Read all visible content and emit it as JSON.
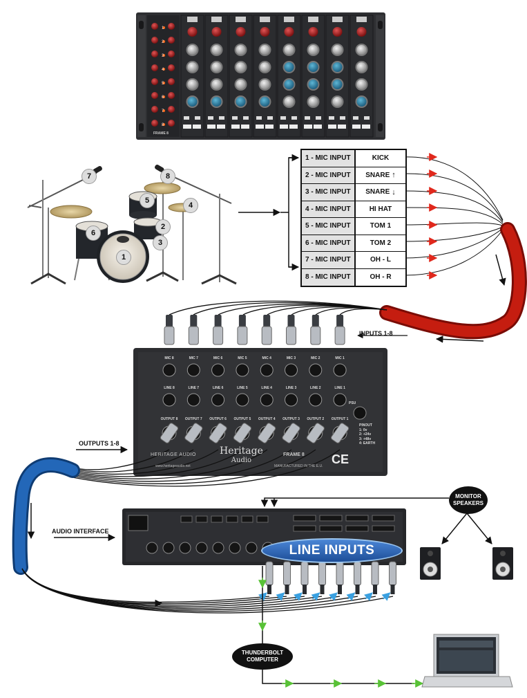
{
  "rack": {
    "frame_label": "FRAME 8",
    "channel_numbers": [
      "1",
      "2",
      "3",
      "4",
      "5",
      "6",
      "7",
      "8"
    ]
  },
  "drum_kit": {
    "mic_numbers": [
      "1",
      "2",
      "3",
      "4",
      "5",
      "6",
      "7",
      "8"
    ]
  },
  "mic_inputs": [
    {
      "channel": "1 - MIC INPUT",
      "source": "KICK",
      "arrow": ""
    },
    {
      "channel": "2 - MIC INPUT",
      "source": "SNARE",
      "arrow": "up"
    },
    {
      "channel": "3 - MIC INPUT",
      "source": "SNARE",
      "arrow": "down"
    },
    {
      "channel": "4 - MIC INPUT",
      "source": "HI HAT",
      "arrow": ""
    },
    {
      "channel": "5 - MIC INPUT",
      "source": "TOM 1",
      "arrow": ""
    },
    {
      "channel": "6 - MIC INPUT",
      "source": "TOM 2",
      "arrow": ""
    },
    {
      "channel": "7 - MIC INPUT",
      "source": "OH - L",
      "arrow": ""
    },
    {
      "channel": "8 - MIC INPUT",
      "source": "OH - R",
      "arrow": ""
    }
  ],
  "frame_back": {
    "mic_labels": [
      "MIC 8",
      "MIC 7",
      "MIC 6",
      "MIC 5",
      "MIC 4",
      "MIC 3",
      "MIC 2",
      "MIC 1"
    ],
    "line_labels": [
      "LINE 8",
      "LINE 7",
      "LINE 6",
      "LINE 5",
      "LINE 4",
      "LINE 3",
      "LINE 2",
      "LINE 1"
    ],
    "output_labels": [
      "OUTPUT 8",
      "OUTPUT 7",
      "OUTPUT 6",
      "OUTPUT 5",
      "OUTPUT 4",
      "OUTPUT 3",
      "OUTPUT 2",
      "OUTPUT 1"
    ],
    "psu_label": "PSU",
    "pinout_title": "PINOUT",
    "pinout_lines": [
      "1: 0v",
      "2: +24v",
      "3: +48v",
      "4: EARTH"
    ],
    "brand_left": "HERITAGE AUDIO",
    "website": "www.heritageaudio.net",
    "logo_line1": "Heritage",
    "logo_line2": "Audio",
    "model": "FRAME 8",
    "made_in": "MANUFACTURED IN THE E.U.",
    "ce_mark": "CE"
  },
  "labels": {
    "inputs": "INPUTS 1-8",
    "outputs": "OUTPUTS 1-8",
    "audio_interface": "AUDIO INTERFACE",
    "line_inputs": "LINE INPUTS",
    "monitor_line1": "MONITOR",
    "monitor_line2": "SPEAKERS",
    "computer_line1": "THUNDERBOLT",
    "computer_line2": "COMPUTER"
  },
  "colors": {
    "red_cable": "#b01a10",
    "blue_cable": "#1b5fa8",
    "line_inputs_fill": "#2e63b6",
    "green_arrow": "#58c236",
    "red_arrow": "#e0281c",
    "blue_arrow": "#3aa0e0"
  }
}
